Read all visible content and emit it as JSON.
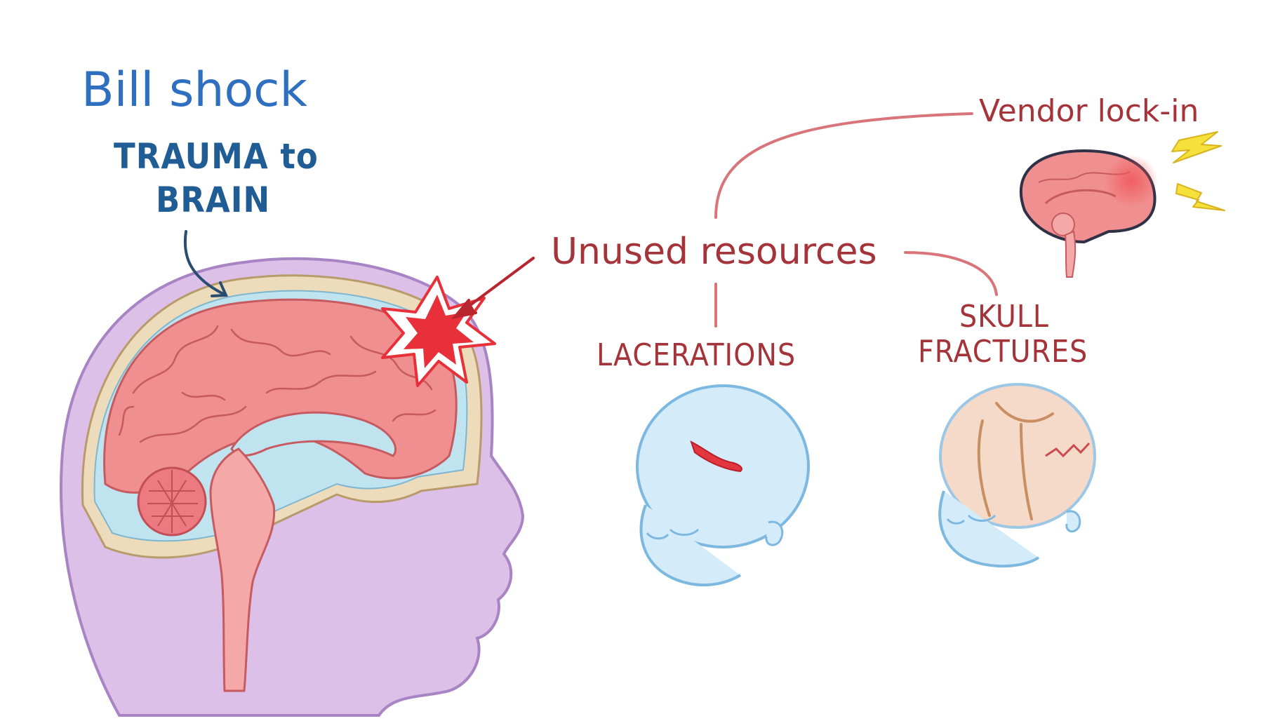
{
  "title": "Bill shock",
  "subtitle_line1": "TRAUMA to",
  "subtitle_line2": "BRAIN",
  "center_label": "Unused resources",
  "top_right_label": "Vendor lock-in",
  "left_child_label": "LACERATIONS",
  "right_child_line1": "SKULL",
  "right_child_line2": "FRACTURES",
  "colors": {
    "title_blue": "#2e6fc0",
    "subtitle_blue": "#1f5d94",
    "label_red": "#a4343a",
    "connector": "#d9747a",
    "skin_purple": "#dcc0e8",
    "brain_pink": "#f08f8f",
    "csf_blue": "#bfe4f0",
    "bone_tan": "#ecdcbc",
    "baby_blue": "#d4ebfa",
    "impact_red": "#e8303a",
    "bolt_yellow": "#f6e13a"
  },
  "icons": [
    "baby-head-brain-section",
    "impact-burst-icon",
    "brain-injury-icon",
    "lightning-icon",
    "baby-head-laceration",
    "baby-head-skull-fracture"
  ]
}
